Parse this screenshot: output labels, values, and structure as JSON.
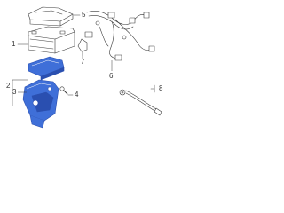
{
  "callouts": {
    "c1": "1",
    "c2": "2",
    "c3": "3",
    "c4": "4",
    "c5": "5",
    "c6": "6",
    "c7": "7",
    "c8": "8"
  },
  "colors": {
    "line": "#3a3a3a",
    "highlight": "#3f6fd8",
    "highlight_dark": "#2a4fb0",
    "background": "#ffffff"
  }
}
